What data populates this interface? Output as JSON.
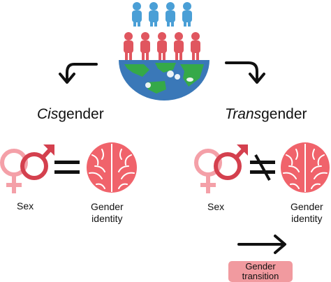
{
  "cis": {
    "italic": "Cis",
    "rest": "gender"
  },
  "trans": {
    "italic": "Trans",
    "rest": "gender"
  },
  "labels": {
    "sex": "Sex",
    "gender_identity_line1": "Gender",
    "gender_identity_line2": "identity"
  },
  "transition": {
    "line1": "Gender",
    "line2": "transition"
  },
  "colors": {
    "people_blue": "#4a9fd6",
    "people_red": "#e0565f",
    "globe_ocean": "#3a78b8",
    "globe_land": "#35a948",
    "female_symbol": "#f4a0a8",
    "male_symbol": "#d4404e",
    "brain": "#f0636b",
    "badge": "#f19a9f"
  }
}
